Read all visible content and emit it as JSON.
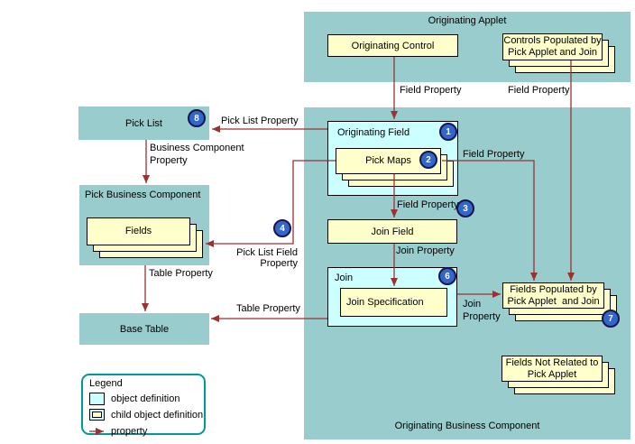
{
  "colors": {
    "container_fill": "#99CCCC",
    "object_fill": "#CCFFFF",
    "child_fill": "#FFFFCC",
    "arrow": "#993333",
    "badge_fill": "#3366CC",
    "legend_border": "#009999"
  },
  "containers": {
    "originating_applet": "Originating Applet",
    "originating_business_component": "Originating Business Component",
    "pick_list": "Pick List",
    "pick_business_component": "Pick Business Component",
    "base_table": "Base Table"
  },
  "nodes": {
    "originating_control": "Originating Control",
    "controls_populated_line1": "Controls Populated by",
    "controls_populated_line2": "Pick Applet and Join",
    "originating_field": "Originating Field",
    "pick_maps": "Pick Maps",
    "join_field": "Join Field",
    "join": "Join",
    "join_specification": "Join Specification",
    "fields_populated_line1": "Fields Populated by",
    "fields_populated_line2": "Pick Applet  and Join",
    "fields_not_related_line1": "Fields Not Related to",
    "fields_not_related_line2": "Pick Applet",
    "fields": "Fields"
  },
  "edge_labels": {
    "field_property_control": "Field Property",
    "field_property_controls": "Field Property",
    "pick_list_property": "Pick List Property",
    "business_component_property_line1": "Business Component",
    "business_component_property_line2": "Property",
    "field_property_pick_maps": "Field Property",
    "field_property_join_field": "Field Property",
    "join_property": "Join Property",
    "join_property_2_line1": "Join",
    "join_property_2_line2": "Property",
    "pick_list_field_property_line1": "Pick List Field",
    "pick_list_field_property_line2": "Property",
    "table_property_left": "Table Property",
    "table_property_right": "Table Property"
  },
  "badges": {
    "b1": "1",
    "b2": "2",
    "b3": "3",
    "b4": "4",
    "b6": "6",
    "b7": "7",
    "b8": "8"
  },
  "legend": {
    "title": "Legend",
    "items": [
      {
        "label": "object definition"
      },
      {
        "label": "child object definition"
      },
      {
        "label": "property"
      }
    ]
  }
}
